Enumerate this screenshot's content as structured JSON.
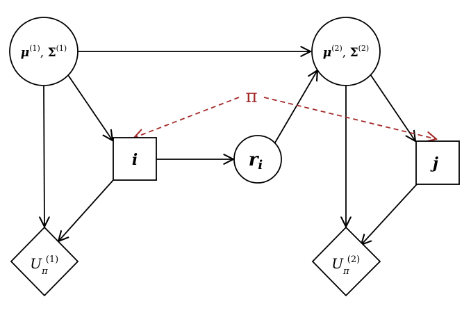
{
  "nodes": {
    "params1": {
      "main": "μ",
      "sup1": "(1)",
      "sep": ", ",
      "main2": "Σ",
      "sup2": "(1)"
    },
    "params2": {
      "main": "μ",
      "sup1": "(2)",
      "sep": ", ",
      "main2": "Σ",
      "sup2": "(2)"
    },
    "node_i": {
      "label": "i"
    },
    "node_r": {
      "main": "r",
      "sub": "i"
    },
    "node_j": {
      "label": "j"
    },
    "util1": {
      "main": "U",
      "sub": "π",
      "sup": "(1)"
    },
    "util2": {
      "main": "U",
      "sub": "π",
      "sup": "(2)"
    },
    "policy": {
      "label": "π"
    }
  },
  "colors": {
    "stroke": "#000000",
    "policy": "#a52a2a"
  }
}
